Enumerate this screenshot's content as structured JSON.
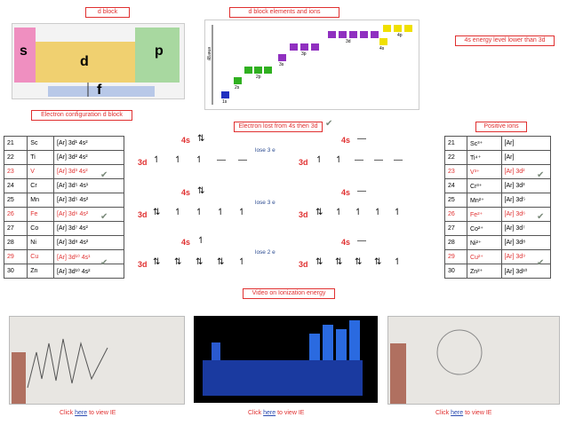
{
  "labels": {
    "d_block": "d block",
    "d_block_ions": "d block elements and ions",
    "energy_note": "4s energy level lower than 3d",
    "config_d_block": "Electron configuration d block",
    "lost_from": "Electron lost from 4s then 3d",
    "positive_ions": "Positive ions",
    "video": "Video on Ionization energy"
  },
  "periodic": {
    "s": "s",
    "p": "p",
    "d": "d",
    "f": "f"
  },
  "energy_diagram": {
    "axis": "energy",
    "levels": [
      "1s",
      "2s",
      "2p",
      "3s",
      "3p",
      "3d",
      "4s",
      "4p"
    ]
  },
  "elements": [
    {
      "n": "21",
      "sym": "Sc",
      "cfg": "[Ar] 3d¹ 4s²"
    },
    {
      "n": "22",
      "sym": "Ti",
      "cfg": "[Ar] 3d² 4s²"
    },
    {
      "n": "23",
      "sym": "V",
      "cfg": "[Ar] 3d³ 4s²",
      "hl": true
    },
    {
      "n": "24",
      "sym": "Cr",
      "cfg": "[Ar] 3d⁵ 4s¹"
    },
    {
      "n": "25",
      "sym": "Mn",
      "cfg": "[Ar] 3d⁵ 4s²"
    },
    {
      "n": "26",
      "sym": "Fe",
      "cfg": "[Ar] 3d⁶ 4s²",
      "hl": true
    },
    {
      "n": "27",
      "sym": "Co",
      "cfg": "[Ar] 3d⁷ 4s²"
    },
    {
      "n": "28",
      "sym": "Ni",
      "cfg": "[Ar] 3d⁸ 4s²"
    },
    {
      "n": "29",
      "sym": "Cu",
      "cfg": "[Ar] 3d¹⁰ 4s¹",
      "hl": true
    },
    {
      "n": "30",
      "sym": "Zn",
      "cfg": "[Ar] 3d¹⁰ 4s²"
    }
  ],
  "ions": [
    {
      "n": "21",
      "sym": "Sc³⁺",
      "cfg": "[Ar]"
    },
    {
      "n": "22",
      "sym": "Ti⁴⁺",
      "cfg": "[Ar]"
    },
    {
      "n": "23",
      "sym": "V³⁺",
      "cfg": "[Ar] 3d²",
      "hl": true
    },
    {
      "n": "24",
      "sym": "Cr³⁺",
      "cfg": "[Ar] 3d³"
    },
    {
      "n": "25",
      "sym": "Mn²⁺",
      "cfg": "[Ar] 3d⁵"
    },
    {
      "n": "26",
      "sym": "Fe²⁺",
      "cfg": "[Ar] 3d⁶",
      "hl": true
    },
    {
      "n": "27",
      "sym": "Co²⁺",
      "cfg": "[Ar] 3d⁷"
    },
    {
      "n": "28",
      "sym": "Ni²⁺",
      "cfg": "[Ar] 3d⁸"
    },
    {
      "n": "29",
      "sym": "Cu²⁺",
      "cfg": "[Ar] 3d⁹",
      "hl": true
    },
    {
      "n": "30",
      "sym": "Zn²⁺",
      "cfg": "[Ar] 3d¹⁰"
    }
  ],
  "orbital": {
    "s4": "4s",
    "d3": "3d"
  },
  "losses": [
    "lose 3 e",
    "lose 3 e",
    "lose 2 e"
  ],
  "videos": [
    {
      "pre": "Click ",
      "link": "here",
      "post": " to view IE"
    },
    {
      "pre": "Click ",
      "link": "here",
      "post": " to view IE"
    },
    {
      "pre": "Click ",
      "link": "here",
      "post": " to view IE"
    }
  ],
  "colors": {
    "accent_red": "#e03030",
    "link_blue": "#2a4ab0"
  }
}
